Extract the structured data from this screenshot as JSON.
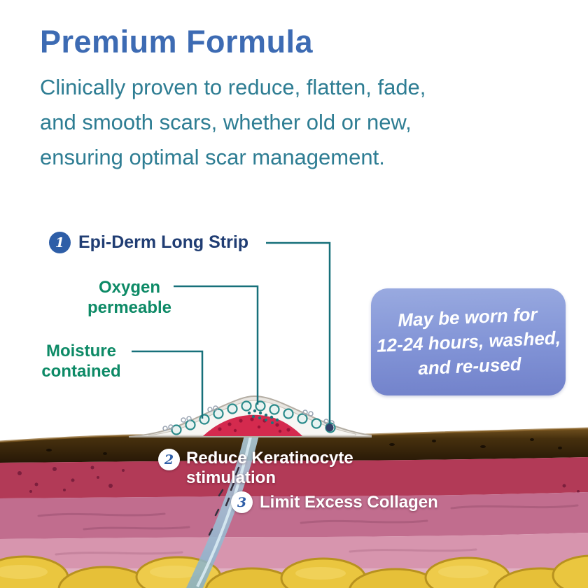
{
  "header": {
    "title": "Premium Formula",
    "subtitle_lines": [
      "Clinically proven to reduce, flatten, fade,",
      "and smooth scars, whether old or new,",
      "ensuring optimal scar management."
    ]
  },
  "diagram": {
    "step1": {
      "number": "1",
      "label": "Epi-Derm Long Strip"
    },
    "oxygen": {
      "line1": "Oxygen",
      "line2": "permeable"
    },
    "moisture": {
      "line1": "Moisture",
      "line2": "contained"
    },
    "step2": {
      "number": "2",
      "line1": "Reduce Keratinocyte",
      "line2": "stimulation"
    },
    "step3": {
      "number": "3",
      "label": "Limit Excess Collagen"
    }
  },
  "callout": {
    "line1": "May be worn for",
    "line2": "12-24 hours, washed,",
    "line3": "and re-used"
  },
  "colors": {
    "title_blue": "#3d6bb3",
    "body_teal": "#2e7d93",
    "label_green": "#0d8a66",
    "label_navy": "#203d73",
    "leader_teal": "#17707a",
    "callout_blue": "#8496d6",
    "badge_blue": "#2e5ea7",
    "scar_red": "#d42a4e",
    "epidermis_brown": "#46300e",
    "dermis_crimson": "#b23a57",
    "dermis_pink": "#c16d8e",
    "dermis_light_pink": "#d795ae",
    "fat_yellow": "#eac63f"
  }
}
